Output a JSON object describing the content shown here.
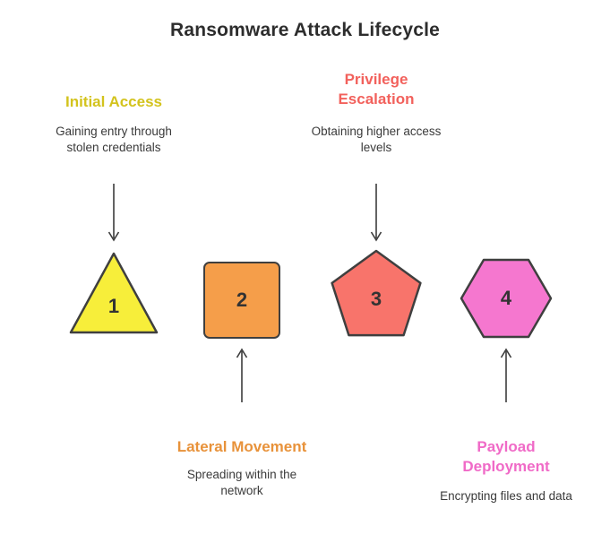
{
  "title": "Ransomware Attack Lifecycle",
  "stages": [
    {
      "number": "1",
      "label": "Initial Access",
      "description": "Gaining entry through stolen credentials",
      "shape": "triangle",
      "label_color": "#d3c31d",
      "fill": "#f7ee3a",
      "stroke": "#3f3f3f"
    },
    {
      "number": "2",
      "label": "Lateral Movement",
      "description": "Spreading within the network",
      "shape": "square",
      "label_color": "#e8923a",
      "fill": "#f59e4a",
      "stroke": "#3f3f3f"
    },
    {
      "number": "3",
      "label": "Privilege Escalation",
      "description": "Obtaining higher access levels",
      "shape": "pentagon",
      "label_color": "#f2615c",
      "fill": "#f8746b",
      "stroke": "#3f3f3f"
    },
    {
      "number": "4",
      "label": "Payload Deployment",
      "description": "Encrypting files and data",
      "shape": "hexagon",
      "label_color": "#f06ac7",
      "fill": "#f577cf",
      "stroke": "#3f3f3f"
    }
  ],
  "arrow_color": "#3c3c3c"
}
